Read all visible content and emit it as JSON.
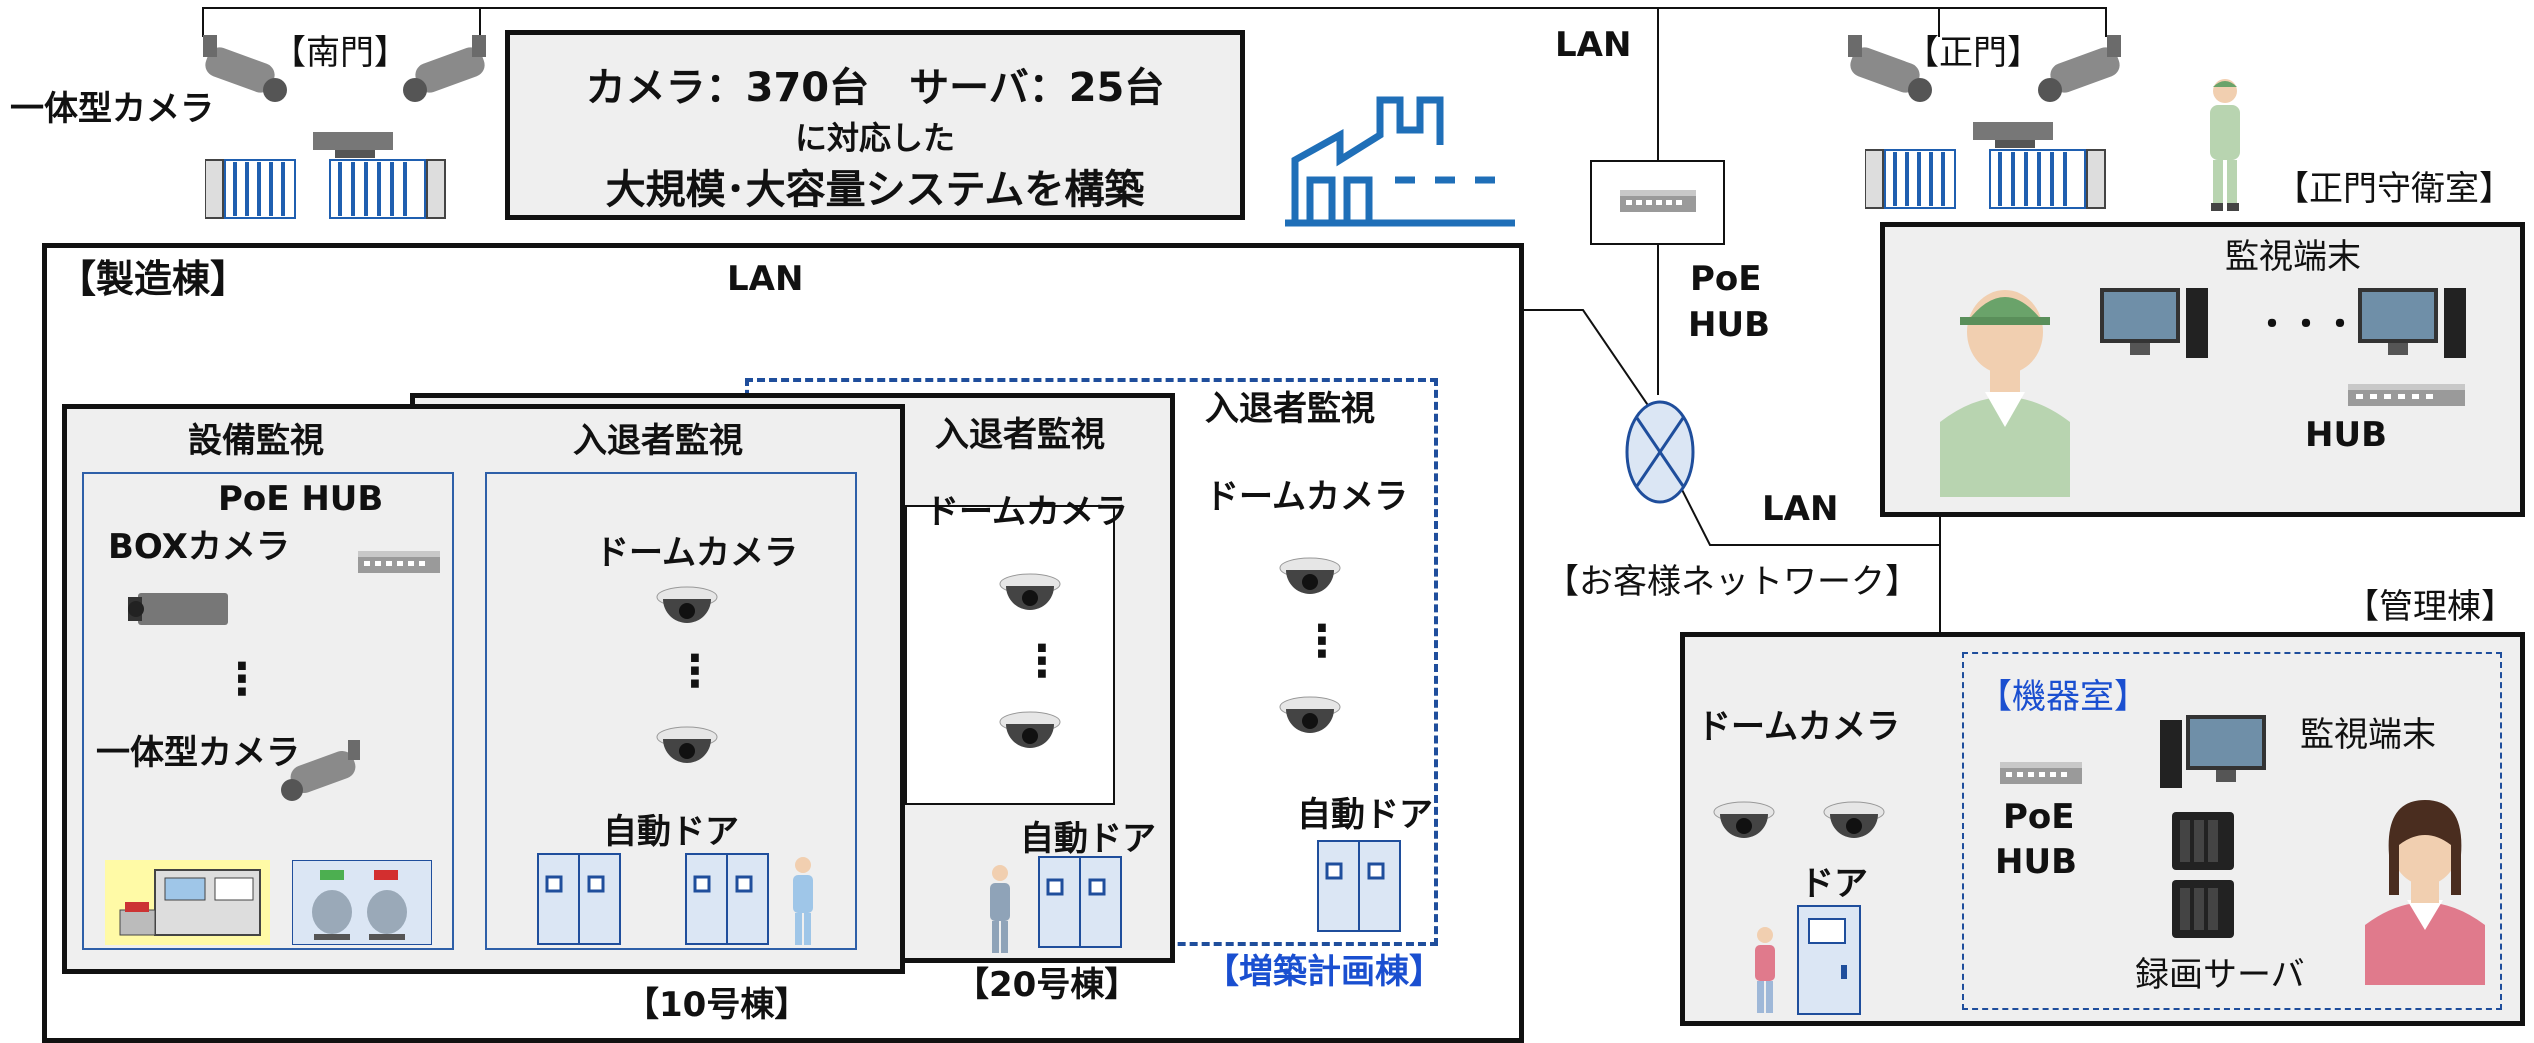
{
  "callout": {
    "line1": "カメラ：370台　サーバ：25台",
    "line2": "に対応した",
    "line3": "大規模･大容量システムを構築"
  },
  "top": {
    "lan": "LAN",
    "south_gate": "【南門】",
    "main_gate": "【正門】",
    "integrated_camera": "一体型カメラ",
    "poe_hub_line1": "PoE",
    "poe_hub_line2": "HUB"
  },
  "factory": {
    "title": "【製造棟】",
    "lan": "LAN",
    "bldg10": {
      "label": "【10号棟】",
      "equipment_title": "設備監視",
      "poe_hub": "PoE HUB",
      "box_camera": "BOXカメラ",
      "integrated_camera": "一体型カメラ",
      "dots": "⋮",
      "entry_title": "入退者監視",
      "dome_camera": "ドームカメラ",
      "auto_door": "自動ドア"
    },
    "bldg20": {
      "label": "【20号棟】",
      "entry_title": "入退者監視",
      "dome_camera": "ドームカメラ",
      "auto_door": "自動ドア",
      "dots": "⋮"
    },
    "planned": {
      "label": "【増築計画棟】",
      "entry_title": "入退者監視",
      "dome_camera": "ドームカメラ",
      "auto_door": "自動ドア",
      "dots": "⋮"
    }
  },
  "network": {
    "customer_network": "【お客様ネットワーク】",
    "lan": "LAN"
  },
  "guard_room": {
    "title": "【正門守衛室】",
    "monitor_terminal": "監視端末",
    "dots": "・・・",
    "hub": "HUB"
  },
  "admin": {
    "title": "【管理棟】",
    "machine_room": "【機器室】",
    "dome_camera": "ドームカメラ",
    "door": "ドア",
    "poe_hub_line1": "PoE",
    "poe_hub_line2": "HUB",
    "monitor_terminal": "監視端末",
    "recording_server": "録画サーバ"
  },
  "colors": {
    "accent_blue": "#1f4e9c",
    "label_blue": "#1a4fd0",
    "box_grey": "#efefef",
    "staff_green": "#b8d4b0"
  }
}
